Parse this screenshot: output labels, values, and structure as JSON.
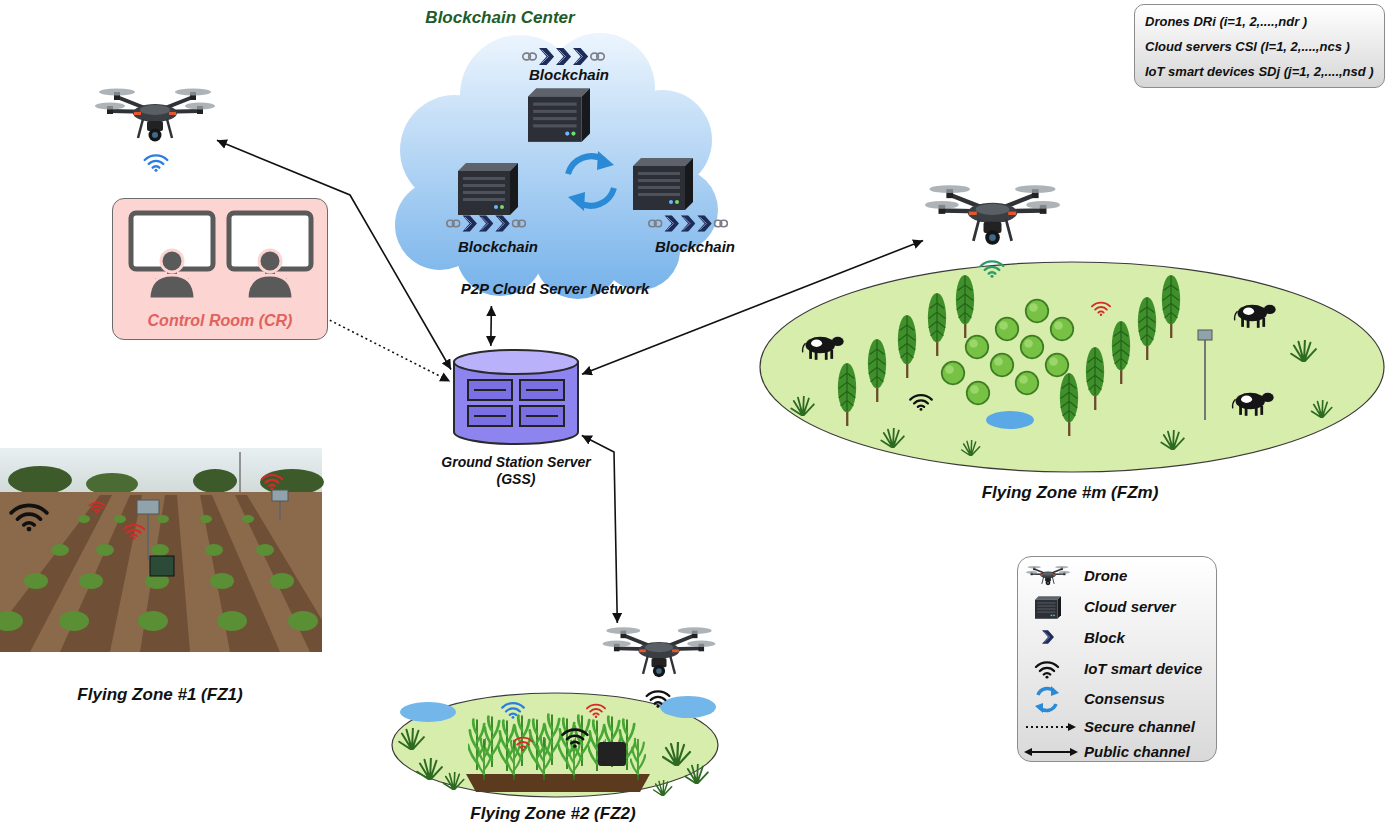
{
  "diagram": {
    "nodes": [
      {
        "text": [
          "Blockchain Center",
          "P2P Cloud Server Network"
        ]
      },
      {
        "text": [
          "Drones DRi (i=1, 2,....,ndr )",
          "Cloud servers CSl (l=1, 2,....,ncs )",
          "IoT smart devices SDj (j=1, 2,....,nsd )"
        ]
      },
      {
        "text": [
          "Control Room (CR)"
        ]
      },
      {
        "text": [
          "Ground Station Server (GSS)"
        ]
      },
      {
        "text": [
          "Flying Zone #m (FZm)"
        ]
      },
      {
        "text": [
          "Flying Zone #1 (FZ1)"
        ]
      },
      {
        "text": [
          "Flying Zone #2 (FZ2)"
        ]
      }
    ],
    "edges": [
      {
        "from": 2,
        "to": 3,
        "arrow": "to"
      },
      {
        "from": 0,
        "to": 3,
        "arrow": "both"
      },
      {
        "from": 3,
        "to": 5,
        "arrow": "both"
      },
      {
        "from": 3,
        "to": 6,
        "arrow": "both"
      },
      {
        "from": 3,
        "to": 4,
        "arrow": "both"
      }
    ],
    "labels": [
      "Blockchain",
      "Blockchain",
      "Blockchain"
    ],
    "legend": [
      {
        "text": "Drone"
      },
      {
        "text": "Cloud server"
      },
      {
        "text": "Block"
      },
      {
        "text": "IoT smart device"
      },
      {
        "text": "Consensus"
      },
      {
        "text": "Secure channel"
      },
      {
        "text": "Public channel"
      }
    ]
  }
}
